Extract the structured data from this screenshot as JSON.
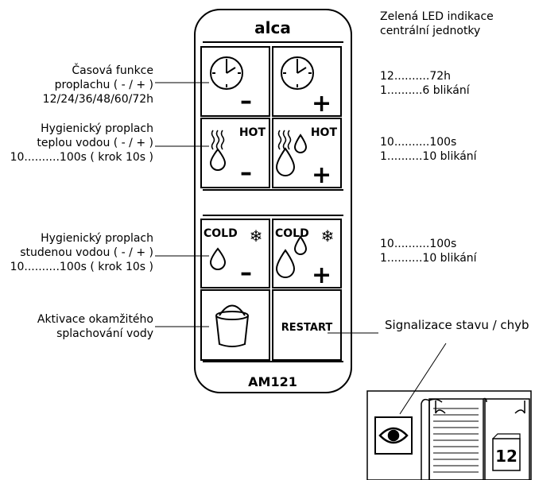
{
  "remote": {
    "brand": "alca",
    "model": "AM121",
    "buttons": {
      "hot_label": "HOT",
      "cold_label": "COLD",
      "restart_label": "RESTART",
      "minus": "–",
      "plus": "+"
    }
  },
  "left_labels": {
    "time_function": [
      "Časová funkce",
      "proplachu ( - / + )",
      "12/24/36/48/60/72h"
    ],
    "hot_flush": [
      "Hygienický proplach",
      "teplou vodou ( - / + )",
      "10..........100s ( krok 10s )"
    ],
    "cold_flush": [
      "Hygienický proplach",
      "studenou vodou ( - / + )",
      "10..........100s ( krok 10s )"
    ],
    "instant_flush": [
      "Aktivace okamžitého",
      "splachování vody"
    ]
  },
  "right_labels": {
    "led_title": [
      "Zelená LED indikace",
      "centrální jednotky"
    ],
    "time_led": [
      "12..........72h",
      "1..........6 blikání"
    ],
    "hot_led": [
      "10..........100s",
      "1..........10 blikání"
    ],
    "cold_led": [
      "10..........100s",
      "1..........10 blikání"
    ],
    "status_signal": "Signalizace stavu / chyb"
  },
  "inset": {
    "page_number": "12"
  }
}
